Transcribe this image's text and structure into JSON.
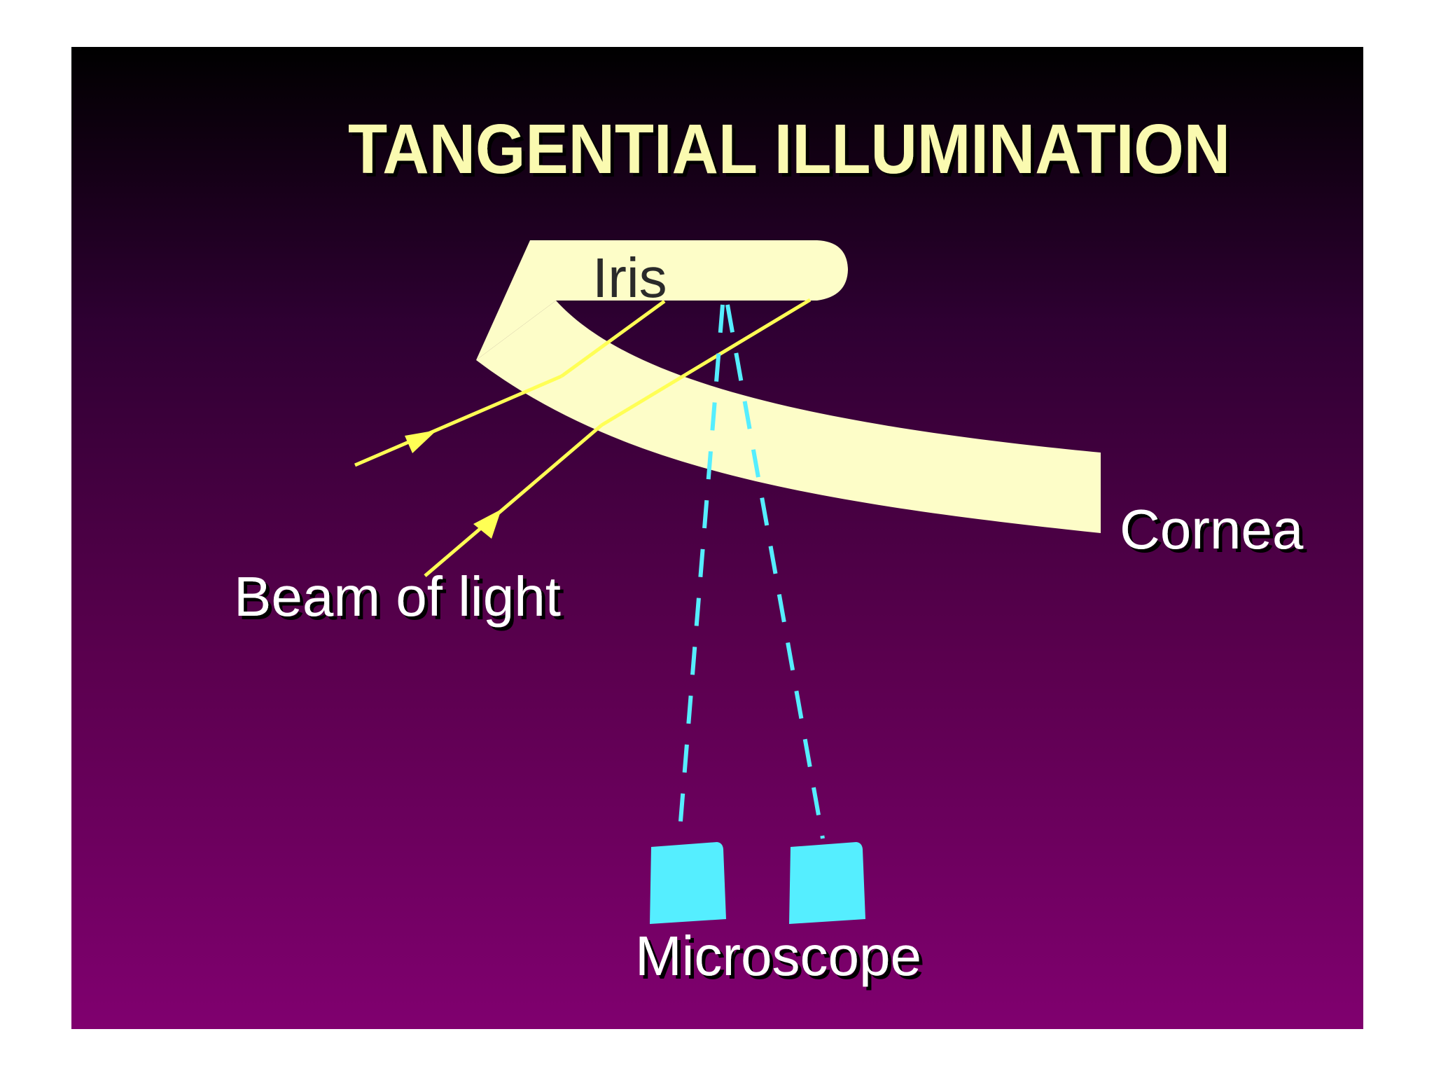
{
  "slide": {
    "title": "TANGENTIAL ILLUMINATION",
    "labels": {
      "iris": "Iris",
      "cornea": "Cornea",
      "beam": "Beam of light",
      "microscope": "Microscope"
    }
  },
  "colors": {
    "background_top": "#000000",
    "background_bottom": "#80006f",
    "title": "#fafab0",
    "tissue": "#fdfdc8",
    "light_beam": "#ffff55",
    "microscope": "#55eeff",
    "label": "#ffffff"
  }
}
